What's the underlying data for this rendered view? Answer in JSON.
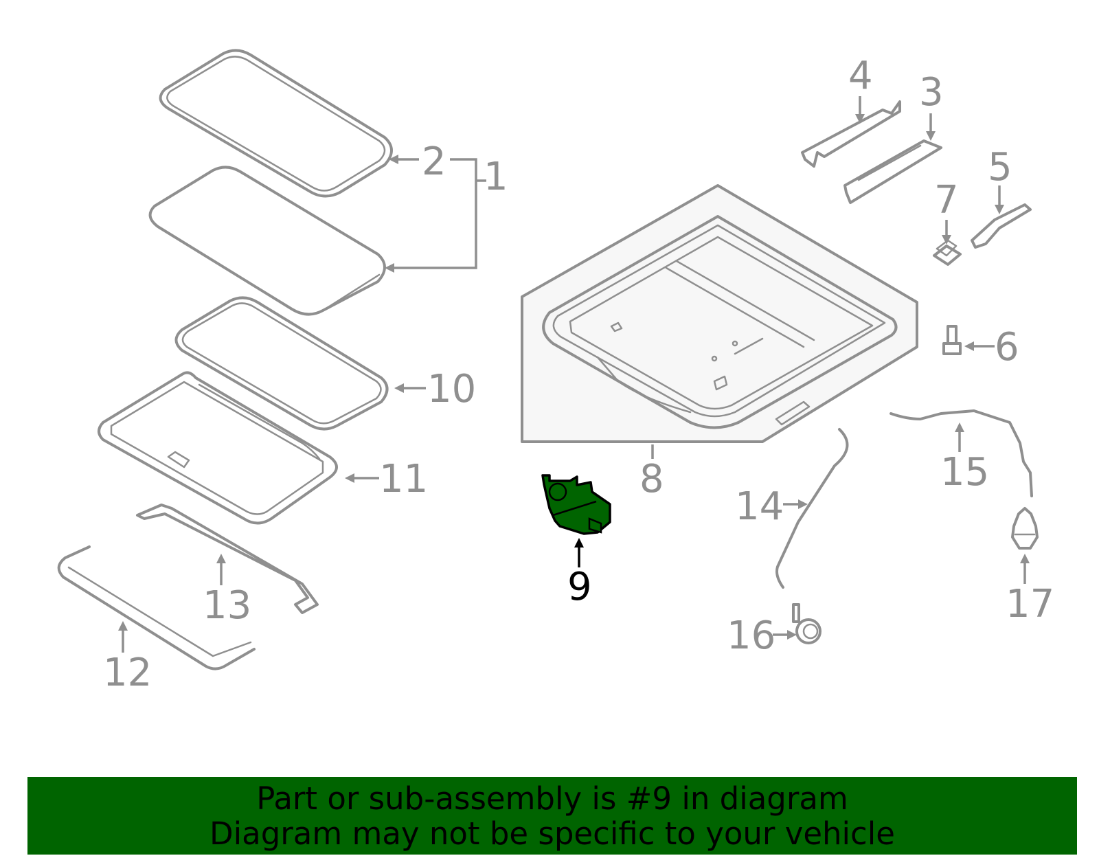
{
  "diagram": {
    "highlight_color": "#006400",
    "line_color": "#8f8f8f",
    "highlighted_callout": "9",
    "callouts": [
      {
        "id": "c1",
        "label": "1"
      },
      {
        "id": "c2",
        "label": "2"
      },
      {
        "id": "c3",
        "label": "3"
      },
      {
        "id": "c4",
        "label": "4"
      },
      {
        "id": "c5",
        "label": "5"
      },
      {
        "id": "c6",
        "label": "6"
      },
      {
        "id": "c7",
        "label": "7"
      },
      {
        "id": "c8",
        "label": "8"
      },
      {
        "id": "c9",
        "label": "9"
      },
      {
        "id": "c10",
        "label": "10"
      },
      {
        "id": "c11",
        "label": "11"
      },
      {
        "id": "c12",
        "label": "12"
      },
      {
        "id": "c13",
        "label": "13"
      },
      {
        "id": "c14",
        "label": "14"
      },
      {
        "id": "c15",
        "label": "15"
      },
      {
        "id": "c16",
        "label": "16"
      },
      {
        "id": "c17",
        "label": "17"
      }
    ]
  },
  "footer": {
    "background": "#006400",
    "line1": "Part or sub-assembly is #9 in diagram",
    "line2": "Diagram may not be specific to your vehicle"
  }
}
